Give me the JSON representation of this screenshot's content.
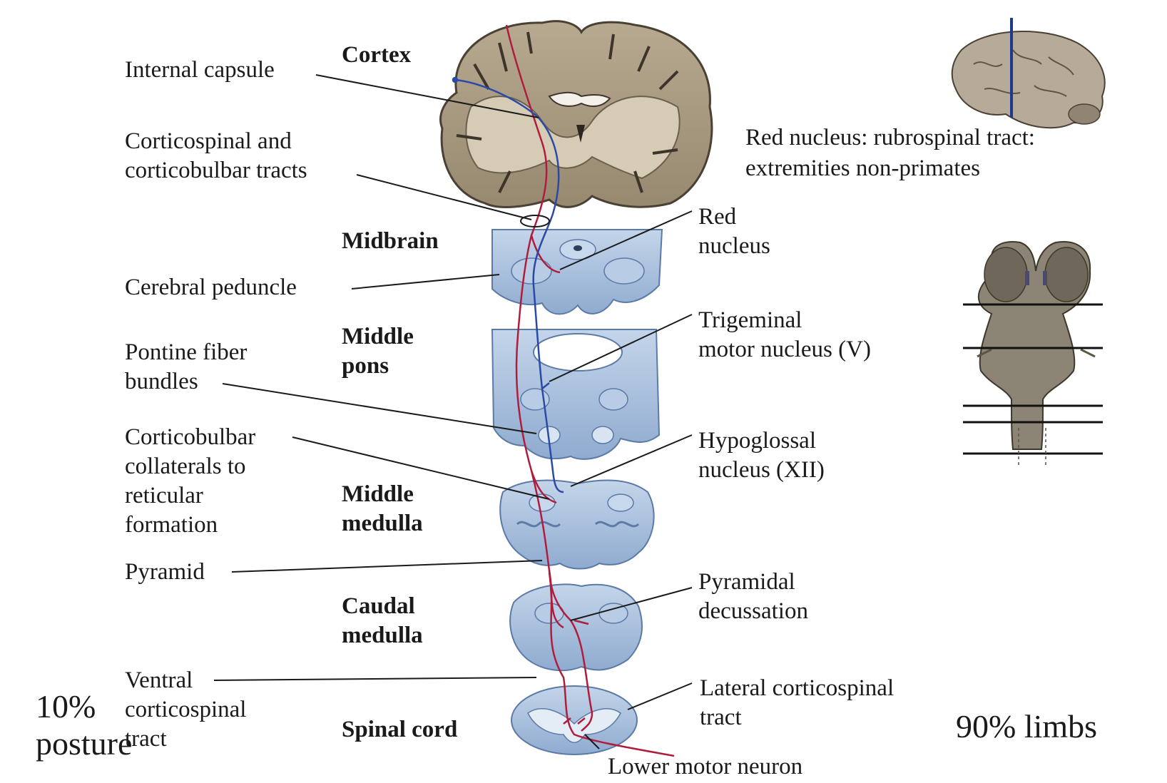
{
  "regions": {
    "cortex": "Cortex",
    "midbrain": "Midbrain",
    "middle_pons": [
      "Middle",
      "pons"
    ],
    "middle_medulla": [
      "Middle",
      "medulla"
    ],
    "caudal_medulla": [
      "Caudal",
      "medulla"
    ],
    "spinal_cord": "Spinal cord"
  },
  "labels_left": {
    "internal_capsule": "Internal capsule",
    "corticospinal_corticobulbar": [
      "Corticospinal and",
      "corticobulbar tracts"
    ],
    "cerebral_peduncle": "Cerebral peduncle",
    "pontine_fiber_bundles": [
      "Pontine fiber",
      "bundles"
    ],
    "corticobulbar_collaterals": [
      "Corticobulbar",
      "collaterals to",
      "reticular",
      "formation"
    ],
    "pyramid": "Pyramid",
    "ventral_corticospinal": [
      "Ventral",
      "corticospinal",
      "tract"
    ]
  },
  "labels_right": {
    "red_nucleus": [
      "Red",
      "nucleus"
    ],
    "trigeminal_motor": [
      "Trigeminal",
      "motor nucleus (V)"
    ],
    "hypoglossal": [
      "Hypoglossal",
      "nucleus (XII)"
    ],
    "pyramidal_decussation": [
      "Pyramidal",
      "decussation"
    ],
    "lateral_corticospinal": [
      "Lateral corticospinal",
      "tract"
    ],
    "lower_motor_neuron": "Lower motor neuron"
  },
  "notes": {
    "rubrospinal": [
      "Red nucleus: rubrospinal tract:",
      "extremities non-primates"
    ],
    "ten_percent": [
      "10%",
      "posture"
    ],
    "ninety_percent": "90% limbs"
  },
  "colors": {
    "tract_red": "#b01d3c",
    "tract_blue": "#2b4aa8",
    "section_blue": "#a9c0dc",
    "brain_tan": "#a89a82",
    "leader_line": "#1a1a1a"
  }
}
